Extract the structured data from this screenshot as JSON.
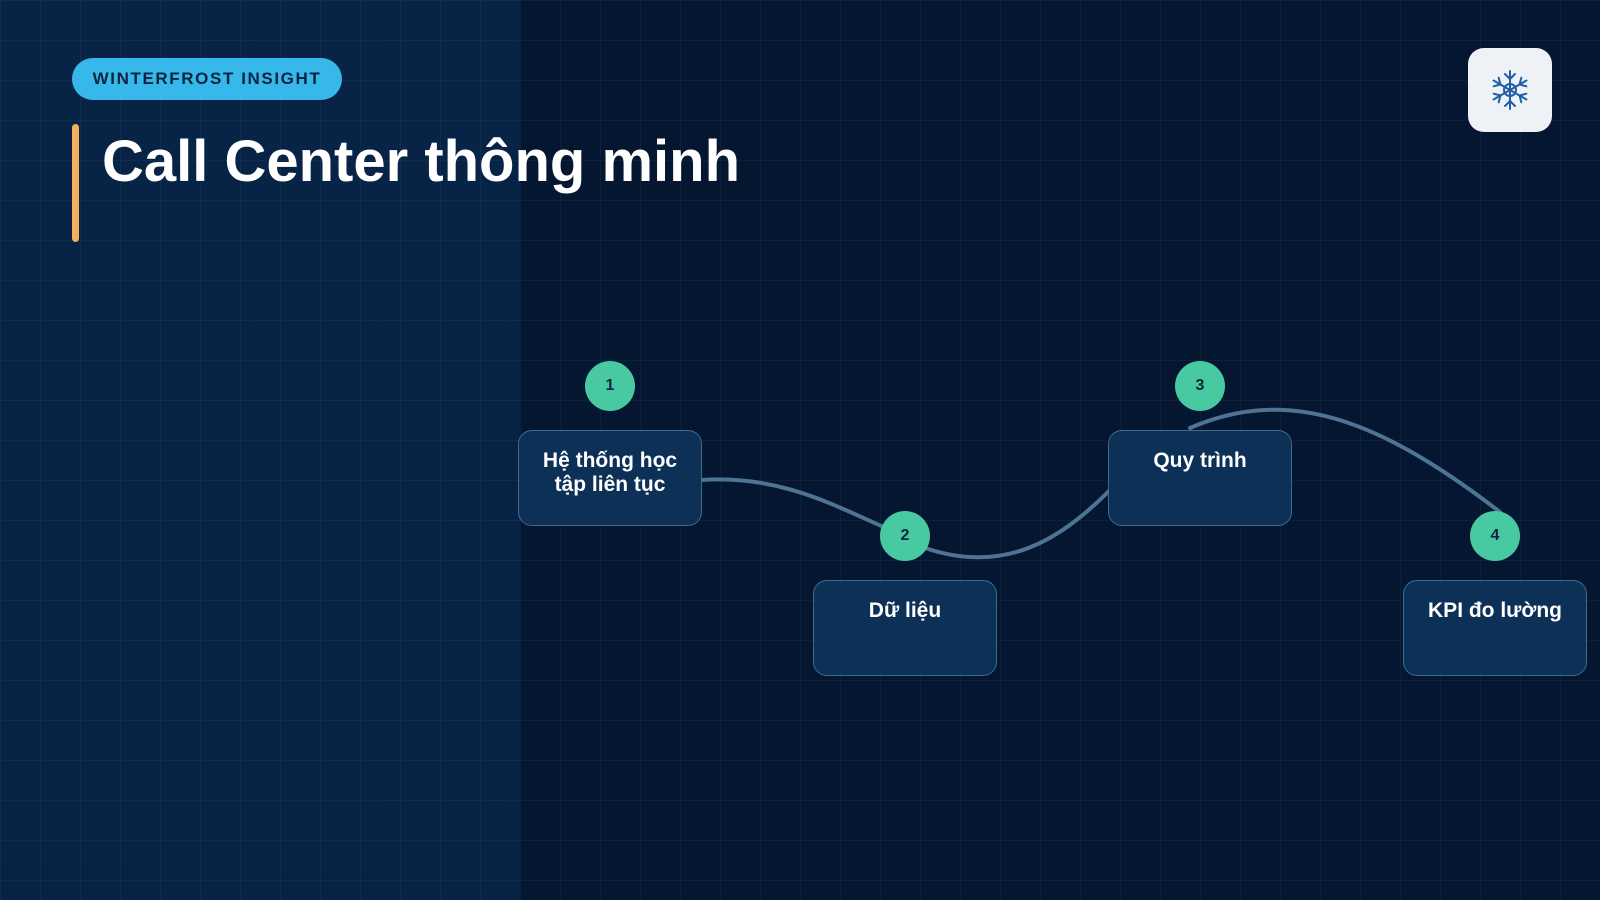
{
  "brand": {
    "label": "WINTERFROST INSIGHT"
  },
  "page": {
    "title": "Call Center thông minh"
  },
  "logo": {
    "icon": "snowflake-icon",
    "color": "#1f5fa6"
  },
  "colors": {
    "accent_bar": "#f4b15c",
    "pill": "#36b9ea",
    "badge": "#49c9a2",
    "node_fill": "#0c3056",
    "connector": "#4f7395"
  },
  "diagram": {
    "steps": [
      {
        "number": "1",
        "label": "Hệ thống học tập liên tục"
      },
      {
        "number": "2",
        "label": "Dữ liệu"
      },
      {
        "number": "3",
        "label": "Quy trình"
      },
      {
        "number": "4",
        "label": "KPI đo lường"
      }
    ]
  }
}
